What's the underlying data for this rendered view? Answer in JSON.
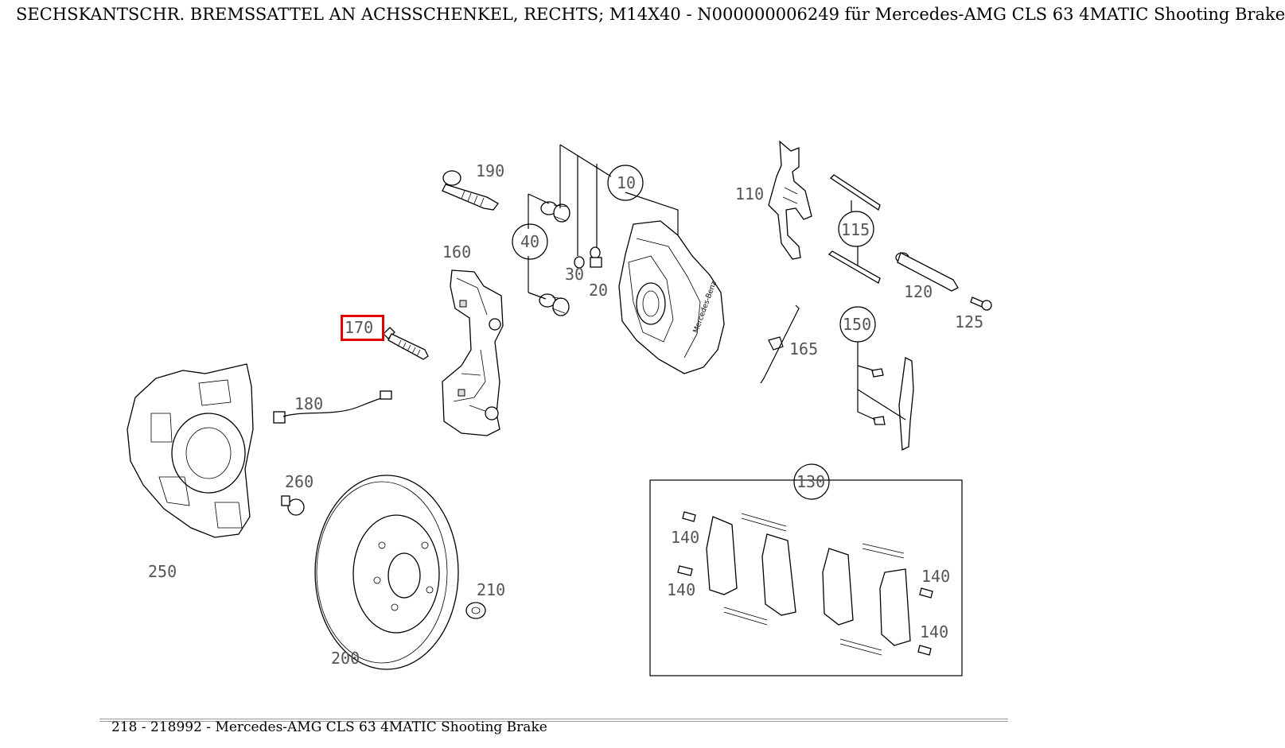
{
  "title": "SECHSKANTSCHR. BREMSSATTEL AN ACHSSCHENKEL, RECHTS; M14X40 - N000000006249 für Mercedes-AMG CLS 63 4MATIC Shooting Brake",
  "footer": "218 - 218992 - Mercedes-AMG CLS 63 4MATIC Shooting Brake",
  "highlight_color": "#e00000",
  "callouts": {
    "c10": "10",
    "c20": "20",
    "c30": "30",
    "c40": "40",
    "c110": "110",
    "c115": "115",
    "c120": "120",
    "c125": "125",
    "c130": "130",
    "c140a": "140",
    "c140b": "140",
    "c140c": "140",
    "c140d": "140",
    "c150": "150",
    "c160": "160",
    "c165": "165",
    "c170": "170",
    "c180": "180",
    "c190": "190",
    "c200": "200",
    "c210": "210",
    "c250": "250",
    "c260": "260"
  },
  "hotspot_selected": "170"
}
